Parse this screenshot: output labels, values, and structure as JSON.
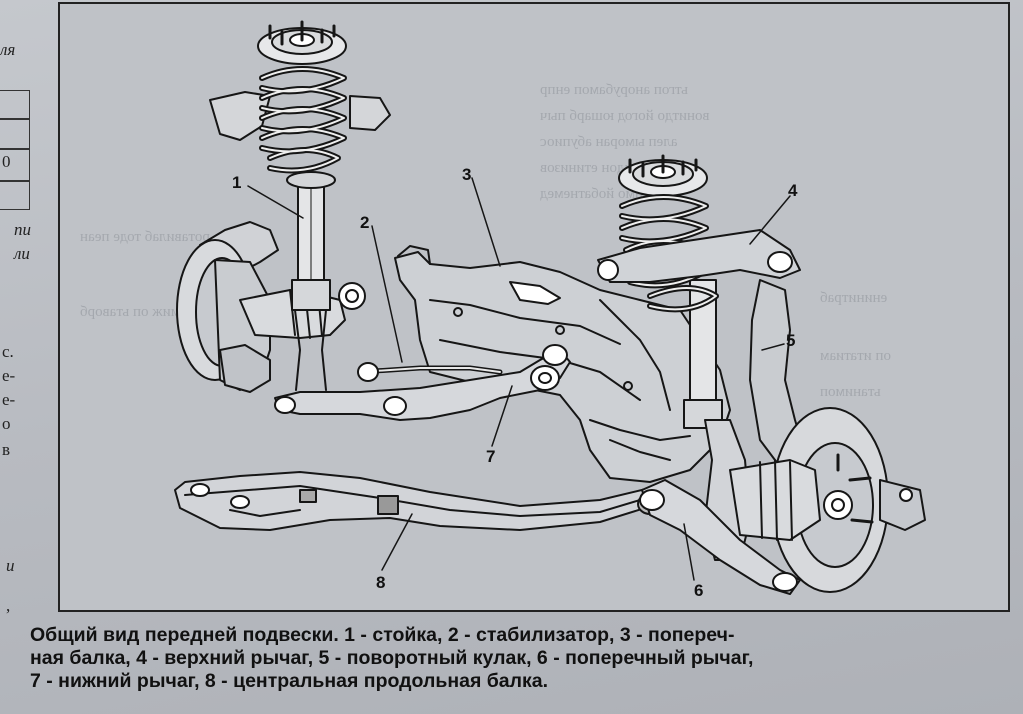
{
  "left_column": {
    "fragments": [
      "ля",
      "0",
      "пи",
      "ли",
      "с.",
      "е-",
      "е-",
      "о",
      "в",
      "и",
      ","
    ]
  },
  "figure": {
    "callouts": [
      "1",
      "2",
      "3",
      "4",
      "5",
      "6",
      "7",
      "8"
    ]
  },
  "caption": {
    "lines": [
      "Общий вид передней подвески. 1 - стойка, 2 - стабилизатор, 3 - попереч-",
      "ная балка, 4 - верхний рычаг, 5 - поворотный кулак, 6 - поперечный рычаг,",
      "7 - нижний рычаг, 8 - центральная продольная балка."
    ]
  }
}
